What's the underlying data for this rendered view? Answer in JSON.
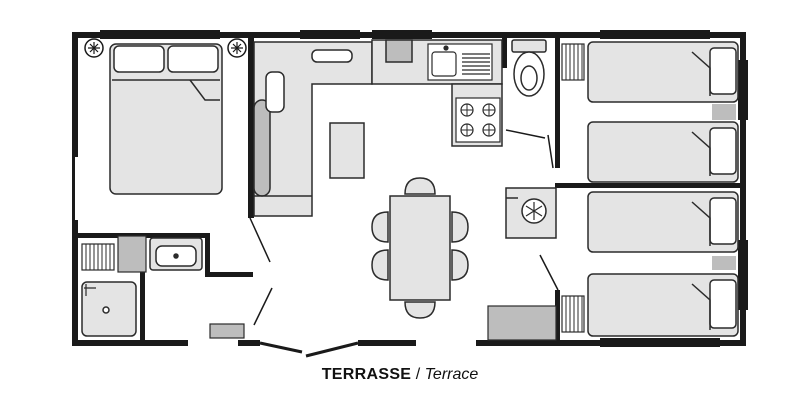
{
  "caption": {
    "main": "TERRASSE",
    "separator": " / ",
    "sub": "Terrace"
  },
  "colors": {
    "wall": "#1a1a1a",
    "furniture_fill": "#e4e4e4",
    "furniture_dark": "#bdbdbd",
    "furniture_stroke": "#2b2b2b",
    "background": "#ffffff"
  },
  "rooms": [
    {
      "name": "master-bedroom",
      "contents": [
        "double-bed",
        "nightstand-left",
        "nightstand-right"
      ]
    },
    {
      "name": "living-room",
      "contents": [
        "l-shaped-sofa",
        "coffee-table",
        "dining-table",
        "chairs"
      ]
    },
    {
      "name": "kitchen",
      "contents": [
        "sink",
        "gas-stove",
        "cabinet"
      ]
    },
    {
      "name": "bathroom",
      "contents": [
        "washbasin",
        "shower",
        "towel-rack"
      ]
    },
    {
      "name": "toilet",
      "contents": [
        "toilet"
      ]
    },
    {
      "name": "kids-bedrooms",
      "contents": [
        "single-bed-1",
        "single-bed-2",
        "single-bed-3",
        "single-bed-4",
        "heater"
      ]
    }
  ]
}
